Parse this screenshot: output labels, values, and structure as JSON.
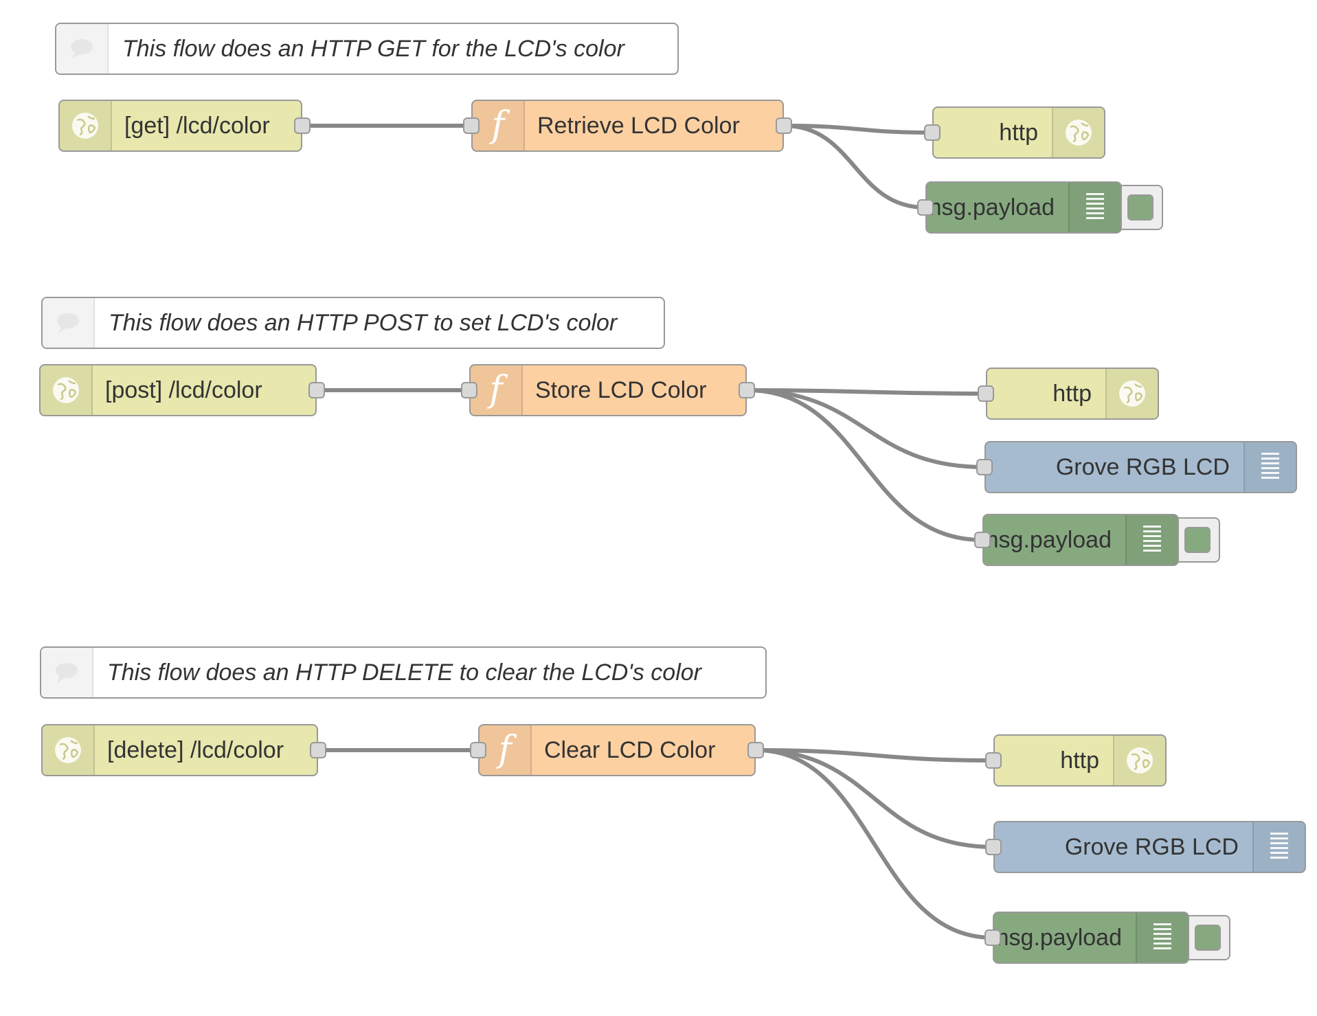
{
  "colors": {
    "http": "#e7e7ae",
    "function": "#fdd0a2",
    "debug": "#87a980",
    "grove": "#a6bbcf",
    "comment": "#ffffff",
    "wire": "#888888",
    "border": "#999999"
  },
  "flows": [
    {
      "comment": {
        "text": "This flow does an HTTP GET for the LCD's color",
        "icon": "comment-icon"
      },
      "input": {
        "label": "[get] /lcd/color",
        "type": "http-in",
        "icon": "globe-icon"
      },
      "function": {
        "label": "Retrieve LCD Color",
        "type": "function",
        "icon": "function-icon"
      },
      "outputs": [
        {
          "label": "http",
          "type": "http-response",
          "icon": "globe-icon"
        },
        {
          "label": "msg.payload",
          "type": "debug",
          "icon": "list-icon"
        }
      ]
    },
    {
      "comment": {
        "text": "This flow does an HTTP POST to set LCD's color",
        "icon": "comment-icon"
      },
      "input": {
        "label": "[post] /lcd/color",
        "type": "http-in",
        "icon": "globe-icon"
      },
      "function": {
        "label": "Store LCD Color",
        "type": "function",
        "icon": "function-icon"
      },
      "outputs": [
        {
          "label": "http",
          "type": "http-response",
          "icon": "globe-icon"
        },
        {
          "label": "Grove RGB LCD",
          "type": "grove",
          "icon": "list-icon"
        },
        {
          "label": "msg.payload",
          "type": "debug",
          "icon": "list-icon"
        }
      ]
    },
    {
      "comment": {
        "text": "This flow does an HTTP DELETE to clear the LCD's color",
        "icon": "comment-icon"
      },
      "input": {
        "label": "[delete] /lcd/color",
        "type": "http-in",
        "icon": "globe-icon"
      },
      "function": {
        "label": "Clear LCD Color",
        "type": "function",
        "icon": "function-icon"
      },
      "outputs": [
        {
          "label": "http",
          "type": "http-response",
          "icon": "globe-icon"
        },
        {
          "label": "Grove RGB LCD",
          "type": "grove",
          "icon": "list-icon"
        },
        {
          "label": "msg.payload",
          "type": "debug",
          "icon": "list-icon"
        }
      ]
    }
  ]
}
